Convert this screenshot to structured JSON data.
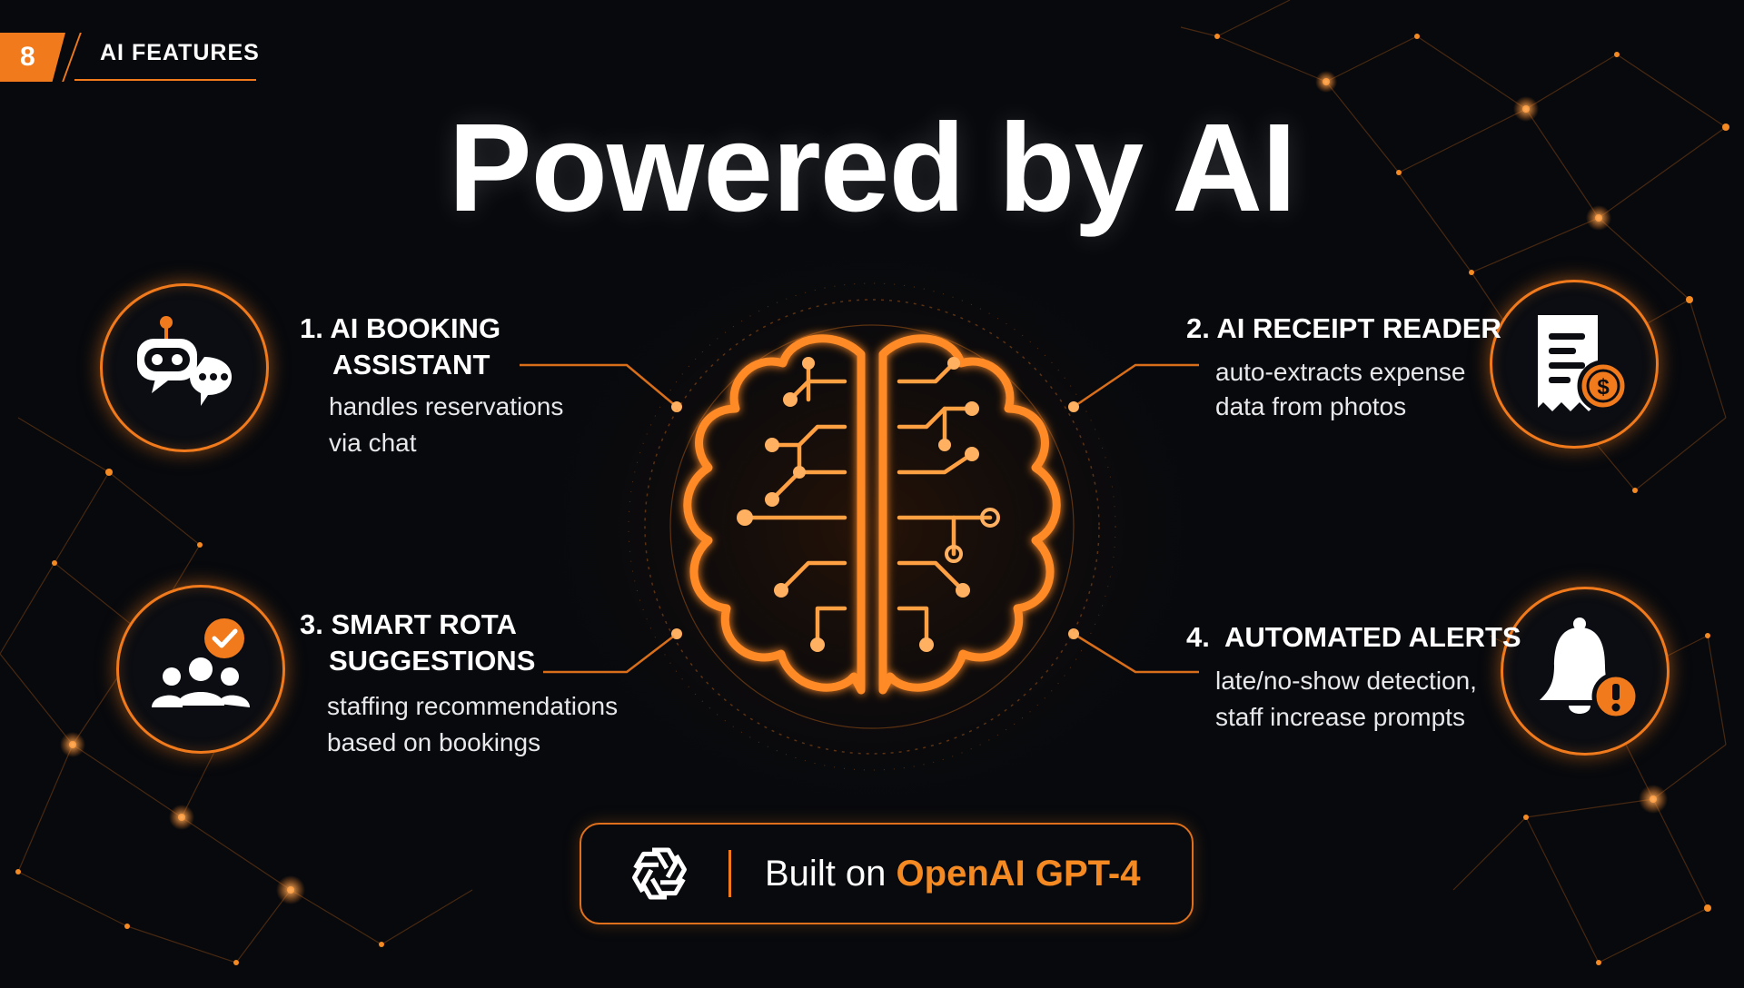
{
  "slide": {
    "number": "8",
    "section_label": "AI FEATURES"
  },
  "title": "Powered by AI",
  "features": [
    {
      "number": "1.",
      "title_lines": [
        "AI BOOKING",
        "ASSISTANT"
      ],
      "desc_lines": [
        "handles reservations",
        "via chat"
      ],
      "icon": "chatbot-icon"
    },
    {
      "number": "2.",
      "title_lines": [
        "AI RECEIPT READER"
      ],
      "desc_lines": [
        "auto-extracts expense",
        "data from photos"
      ],
      "icon": "receipt-dollar-icon"
    },
    {
      "number": "3.",
      "title_lines": [
        "SMART ROTA",
        "SUGGESTIONS"
      ],
      "desc_lines": [
        "staffing recommendations",
        "based on bookings"
      ],
      "icon": "team-check-icon"
    },
    {
      "number": "4.",
      "title_lines": [
        "AUTOMATED ALERTS"
      ],
      "desc_lines": [
        "late/no-show detection,",
        "staff increase prompts"
      ],
      "icon": "bell-alert-icon"
    }
  ],
  "footer": {
    "prefix": "Built on ",
    "accent": "OpenAI GPT-4",
    "logo": "openai-logo-icon"
  },
  "colors": {
    "accent": "#f07a1c",
    "background": "#07090d",
    "text": "#ffffff"
  }
}
